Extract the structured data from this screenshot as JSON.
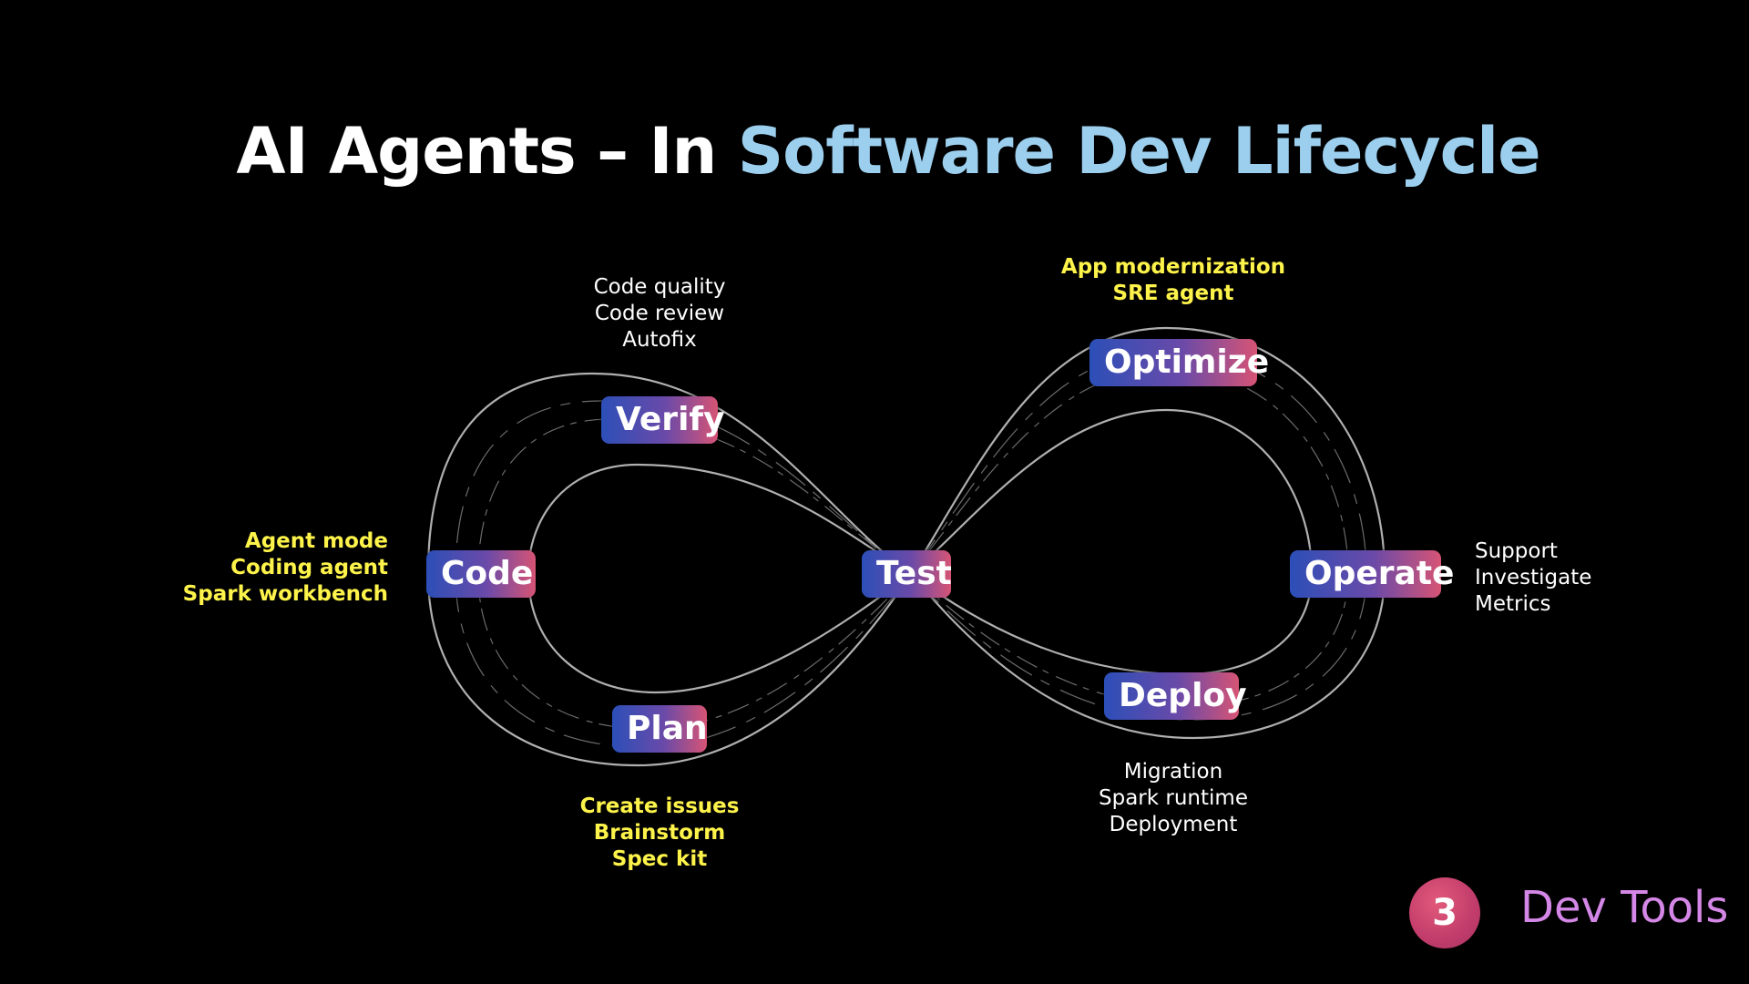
{
  "title": {
    "main": "AI Agents – In ",
    "accent": "Software Dev Lifecycle"
  },
  "colors": {
    "accent": "#9ccfee",
    "highlight_text": "#fdf34a",
    "brand": "#d487e6",
    "badge": "#c13c6b"
  },
  "stages": {
    "code": "Code",
    "verify": "Verify",
    "plan": "Plan",
    "test": "Test",
    "optimize": "Optimize",
    "deploy": "Deploy",
    "operate": "Operate"
  },
  "notes": {
    "code": [
      "Agent mode",
      "Coding agent",
      "Spark workbench"
    ],
    "verify": [
      "Code quality",
      "Code review",
      "Autofix"
    ],
    "plan": [
      "Create issues",
      "Brainstorm",
      "Spec kit"
    ],
    "optimize": [
      "App modernization",
      "SRE agent"
    ],
    "deploy": [
      "Migration",
      "Spark runtime",
      "Deployment"
    ],
    "operate": [
      "Support",
      "Investigate",
      "Metrics"
    ]
  },
  "footer": {
    "badge_number": "3",
    "label": "Dev Tools"
  }
}
